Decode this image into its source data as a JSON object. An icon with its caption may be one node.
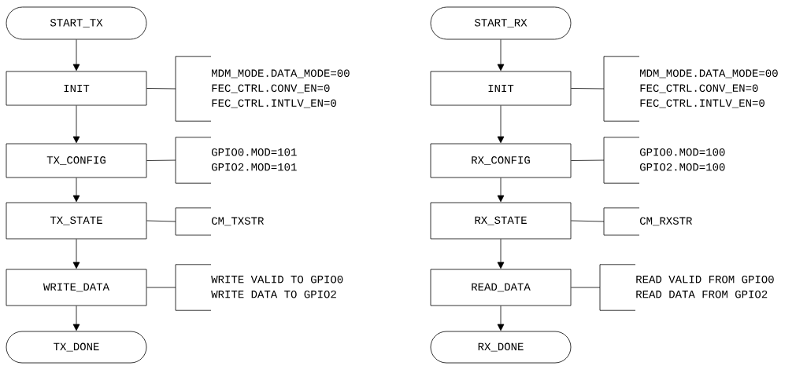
{
  "diagram": {
    "nodes": [
      {
        "text": [
          "START_TX"
        ]
      },
      {
        "text": [
          "INIT"
        ]
      },
      {
        "text": [
          "TX_CONFIG"
        ]
      },
      {
        "text": [
          "TX_STATE"
        ]
      },
      {
        "text": [
          "WRITE_DATA"
        ]
      },
      {
        "text": [
          "TX_DONE"
        ]
      },
      {
        "text": [
          "MDM_MODE.DATA_MODE=00",
          "FEC_CTRL.CONV_EN=0",
          "FEC_CTRL.INTLV_EN=0"
        ]
      },
      {
        "text": [
          "GPIO0.MOD=101",
          "GPIO2.MOD=101"
        ]
      },
      {
        "text": [
          "CM_TXSTR"
        ]
      },
      {
        "text": [
          "WRITE VALID TO GPIO0",
          "WRITE DATA  TO GPIO2"
        ]
      },
      {
        "text": [
          "START_RX"
        ]
      },
      {
        "text": [
          "INIT"
        ]
      },
      {
        "text": [
          "RX_CONFIG"
        ]
      },
      {
        "text": [
          "RX_STATE"
        ]
      },
      {
        "text": [
          "READ_DATA"
        ]
      },
      {
        "text": [
          "RX_DONE"
        ]
      },
      {
        "text": [
          "MDM_MODE.DATA_MODE=00",
          "FEC_CTRL.CONV_EN=0",
          "FEC_CTRL.INTLV_EN=0"
        ]
      },
      {
        "text": [
          "GPIO0.MOD=100",
          "GPIO2.MOD=100"
        ]
      },
      {
        "text": [
          "CM_RXSTR"
        ]
      },
      {
        "text": [
          "READ VALID FROM GPIO0",
          "READ DATA  FROM GPIO2"
        ]
      }
    ],
    "edges": [
      {
        "from": 0,
        "to": 1,
        "arrow": "to"
      },
      {
        "from": 1,
        "to": 2,
        "arrow": "to"
      },
      {
        "from": 2,
        "to": 3,
        "arrow": "to"
      },
      {
        "from": 3,
        "to": 4,
        "arrow": "to"
      },
      {
        "from": 4,
        "to": 5,
        "arrow": "to"
      },
      {
        "from": 1,
        "to": 6,
        "arrow": "none"
      },
      {
        "from": 2,
        "to": 7,
        "arrow": "none"
      },
      {
        "from": 3,
        "to": 8,
        "arrow": "none"
      },
      {
        "from": 4,
        "to": 9,
        "arrow": "none"
      },
      {
        "from": 10,
        "to": 11,
        "arrow": "to"
      },
      {
        "from": 11,
        "to": 12,
        "arrow": "to"
      },
      {
        "from": 12,
        "to": 13,
        "arrow": "to"
      },
      {
        "from": 13,
        "to": 14,
        "arrow": "to"
      },
      {
        "from": 14,
        "to": 15,
        "arrow": "to"
      },
      {
        "from": 11,
        "to": 16,
        "arrow": "none"
      },
      {
        "from": 12,
        "to": 17,
        "arrow": "none"
      },
      {
        "from": 13,
        "to": 18,
        "arrow": "none"
      },
      {
        "from": 14,
        "to": 19,
        "arrow": "none"
      }
    ]
  }
}
